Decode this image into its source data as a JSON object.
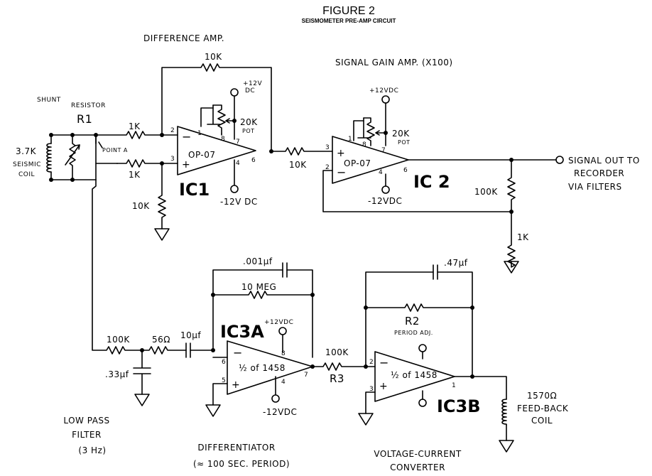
{
  "title": "FIGURE 2",
  "subtitle": "SEISMOMETER PRE-AMP CIRCUIT",
  "sections": {
    "difference_amp": "DIFFERENCE AMP.",
    "signal_gain_amp": "SIGNAL GAIN AMP. (X100)",
    "low_pass_filter": [
      "LOW PASS",
      "FILTER",
      "(3 Hz)"
    ],
    "differentiator": [
      "DIFFERENTIATOR",
      "(≈ 100 SEC. PERIOD)"
    ],
    "voltage_current_converter": [
      "VOLTAGE-CURRENT",
      "CONVERTER"
    ]
  },
  "ics": {
    "ic1": "IC1",
    "ic2": "IC 2",
    "ic3a": "IC3A",
    "ic3b": "IC3B"
  },
  "opamps": {
    "ic1": "OP-07",
    "ic2": "OP-07",
    "ic3a": "½ of 1458",
    "ic3b": "½ of 1458"
  },
  "pins": {
    "ic1": [
      "2",
      "3",
      "1",
      "8",
      "7",
      "4",
      "6"
    ],
    "ic2": [
      "3",
      "2",
      "1",
      "8",
      "7",
      "4",
      "6"
    ],
    "ic3a": [
      "6",
      "5",
      "8",
      "4",
      "7"
    ],
    "ic3b": [
      "2",
      "3",
      "1"
    ]
  },
  "supply": {
    "ic1_pos": [
      "+12V",
      "DC"
    ],
    "ic1_neg": "-12V DC",
    "ic2_pos": "+12VDC",
    "ic2_neg": "-12VDC",
    "ic3a_pos": "+12VDC",
    "ic3a_neg": "-12VDC"
  },
  "components": {
    "shunt_label": "SHUNT",
    "resistor_label": "RESISTOR",
    "r1": "R1",
    "coil_value": "3.7K",
    "coil_label": [
      "SEISMIC",
      "COIL"
    ],
    "point_a": "POINT A",
    "r_in_top": "1K",
    "r_in_bottom": "1K",
    "r_feedback_ic1": "10K",
    "pot_ic1": [
      "20K",
      "POT"
    ],
    "r_ground_ic1": "10K",
    "r_between": "10K",
    "pot_ic2": [
      "20K",
      "POT"
    ],
    "r_100k_out": "100K",
    "r_1k_out": "1K",
    "r_lowpass": "100K",
    "cap_lowpass": ".33μf",
    "r_56": "56Ω",
    "cap_10uf": "10μf",
    "cap_001": ".001μf",
    "r_10meg": "10 MEG",
    "r3_value": "100K",
    "r3_label": "R3",
    "cap_47": ".47μf",
    "r2_label": "R2",
    "r2_sub": "PERIOD ADJ.",
    "coil_fb": [
      "1570Ω",
      "FEED-BACK",
      "COIL"
    ]
  },
  "output": [
    "SIGNAL OUT TO",
    "RECORDER",
    "VIA FILTERS"
  ]
}
